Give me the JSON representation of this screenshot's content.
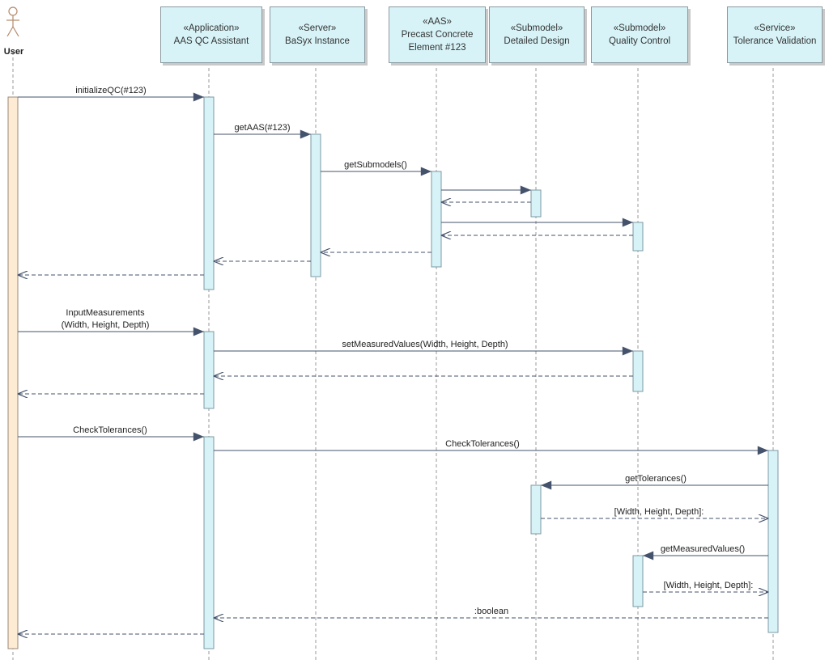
{
  "actor": {
    "label": "User"
  },
  "lifelines": [
    {
      "id": "app",
      "stereotype": "«Application»",
      "name": [
        "AAS QC Assistant"
      ]
    },
    {
      "id": "srv",
      "stereotype": "«Server»",
      "name": [
        "BaSyx Instance"
      ]
    },
    {
      "id": "aas",
      "stereotype": "«AAS»",
      "name": [
        "Precast Concrete",
        "Element #123"
      ]
    },
    {
      "id": "dd",
      "stereotype": "«Submodel»",
      "name": [
        "Detailed Design"
      ]
    },
    {
      "id": "qc",
      "stereotype": "«Submodel»",
      "name": [
        "Quality Control"
      ]
    },
    {
      "id": "tol",
      "stereotype": "«Service»",
      "name": [
        "Tolerance Validation"
      ]
    }
  ],
  "messages": [
    {
      "from": "user",
      "to": "app",
      "type": "call",
      "label": [
        "initializeQC(#123)"
      ]
    },
    {
      "from": "app",
      "to": "srv",
      "type": "call",
      "label": [
        "getAAS(#123)"
      ]
    },
    {
      "from": "srv",
      "to": "aas",
      "type": "call",
      "label": [
        "getSubmodels()"
      ]
    },
    {
      "from": "aas",
      "to": "dd",
      "type": "call",
      "label": []
    },
    {
      "from": "dd",
      "to": "aas",
      "type": "return",
      "label": []
    },
    {
      "from": "aas",
      "to": "qc",
      "type": "call",
      "label": []
    },
    {
      "from": "qc",
      "to": "aas",
      "type": "return",
      "label": []
    },
    {
      "from": "aas",
      "to": "srv",
      "type": "return",
      "label": []
    },
    {
      "from": "srv",
      "to": "app",
      "type": "return",
      "label": []
    },
    {
      "from": "app",
      "to": "user",
      "type": "return",
      "label": []
    },
    {
      "from": "user",
      "to": "app",
      "type": "call",
      "label": [
        "InputMeasurements",
        "(Width, Height, Depth)"
      ]
    },
    {
      "from": "app",
      "to": "qc",
      "type": "call",
      "label": [
        "setMeasuredValues(Width, Height, Depth)"
      ]
    },
    {
      "from": "qc",
      "to": "app",
      "type": "return",
      "label": []
    },
    {
      "from": "app",
      "to": "user",
      "type": "return",
      "label": []
    },
    {
      "from": "user",
      "to": "app",
      "type": "call",
      "label": [
        "CheckTolerances()"
      ]
    },
    {
      "from": "app",
      "to": "tol",
      "type": "call",
      "label": [
        "CheckTolerances()"
      ]
    },
    {
      "from": "tol",
      "to": "dd",
      "type": "call",
      "label": [
        "getTolerances()"
      ]
    },
    {
      "from": "dd",
      "to": "tol",
      "type": "return",
      "label": [
        "[Width, Height, Depth]:"
      ]
    },
    {
      "from": "tol",
      "to": "qc",
      "type": "call",
      "label": [
        "getMeasuredValues()"
      ]
    },
    {
      "from": "qc",
      "to": "tol",
      "type": "return",
      "label": [
        "[Width, Height, Depth]:"
      ]
    },
    {
      "from": "tol",
      "to": "app",
      "type": "return",
      "label": [
        ":boolean"
      ]
    },
    {
      "from": "app",
      "to": "user",
      "type": "return",
      "label": []
    }
  ]
}
